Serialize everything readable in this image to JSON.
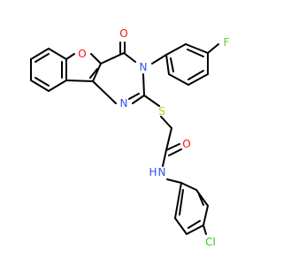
{
  "molecule": {
    "atom_labels": {
      "furan_oxygen": "O",
      "carbonyl_oxygen": "O",
      "ring_nitrogen_n3": "N",
      "ring_nitrogen_n1": "N",
      "fluorine": "F",
      "sulfur": "S",
      "amide_oxygen": "O",
      "amide_nitrogen": "N",
      "amide_hydrogen": "H",
      "chlorine": "Cl"
    },
    "colors": {
      "oxygen": "#ff0d0d",
      "nitrogen": "#3050f8",
      "sulfur": "#c8c800",
      "fluorine": "#66cc33",
      "chlorine": "#1fd01f",
      "carbon": "#000000",
      "background": "#ffffff"
    }
  }
}
